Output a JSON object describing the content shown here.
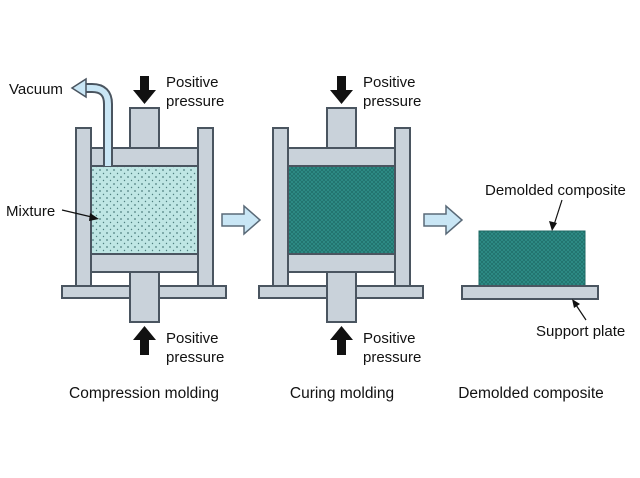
{
  "colors": {
    "frame_fill": "#c9d2da",
    "frame_stroke": "#4a5560",
    "mixture": "#bfe6e4",
    "mixture_dots": "#4f7f7f",
    "composite": "#2e8c86",
    "composite_grid": "#1c6863",
    "flow_arrow_fill": "#c9e6f5",
    "flow_arrow_stroke": "#5a6a78",
    "pressure_arrow": "#111111"
  },
  "labels": {
    "vacuum": "Vacuum",
    "mixture": "Mixture",
    "positive_pressure_line1": "Positive",
    "positive_pressure_line2": "pressure",
    "demolded_composite_callout": "Demolded composite",
    "support_plate": "Support plate"
  },
  "captions": {
    "step1": "Compression molding",
    "step2": "Curing molding",
    "step3": "Demolded composite"
  },
  "icons": {
    "pressure_arrow": "arrow-down-icon",
    "pressure_arrow_up": "arrow-up-icon",
    "process_arrow": "arrow-right-icon",
    "vacuum_pipe": "bent-pipe-icon"
  }
}
